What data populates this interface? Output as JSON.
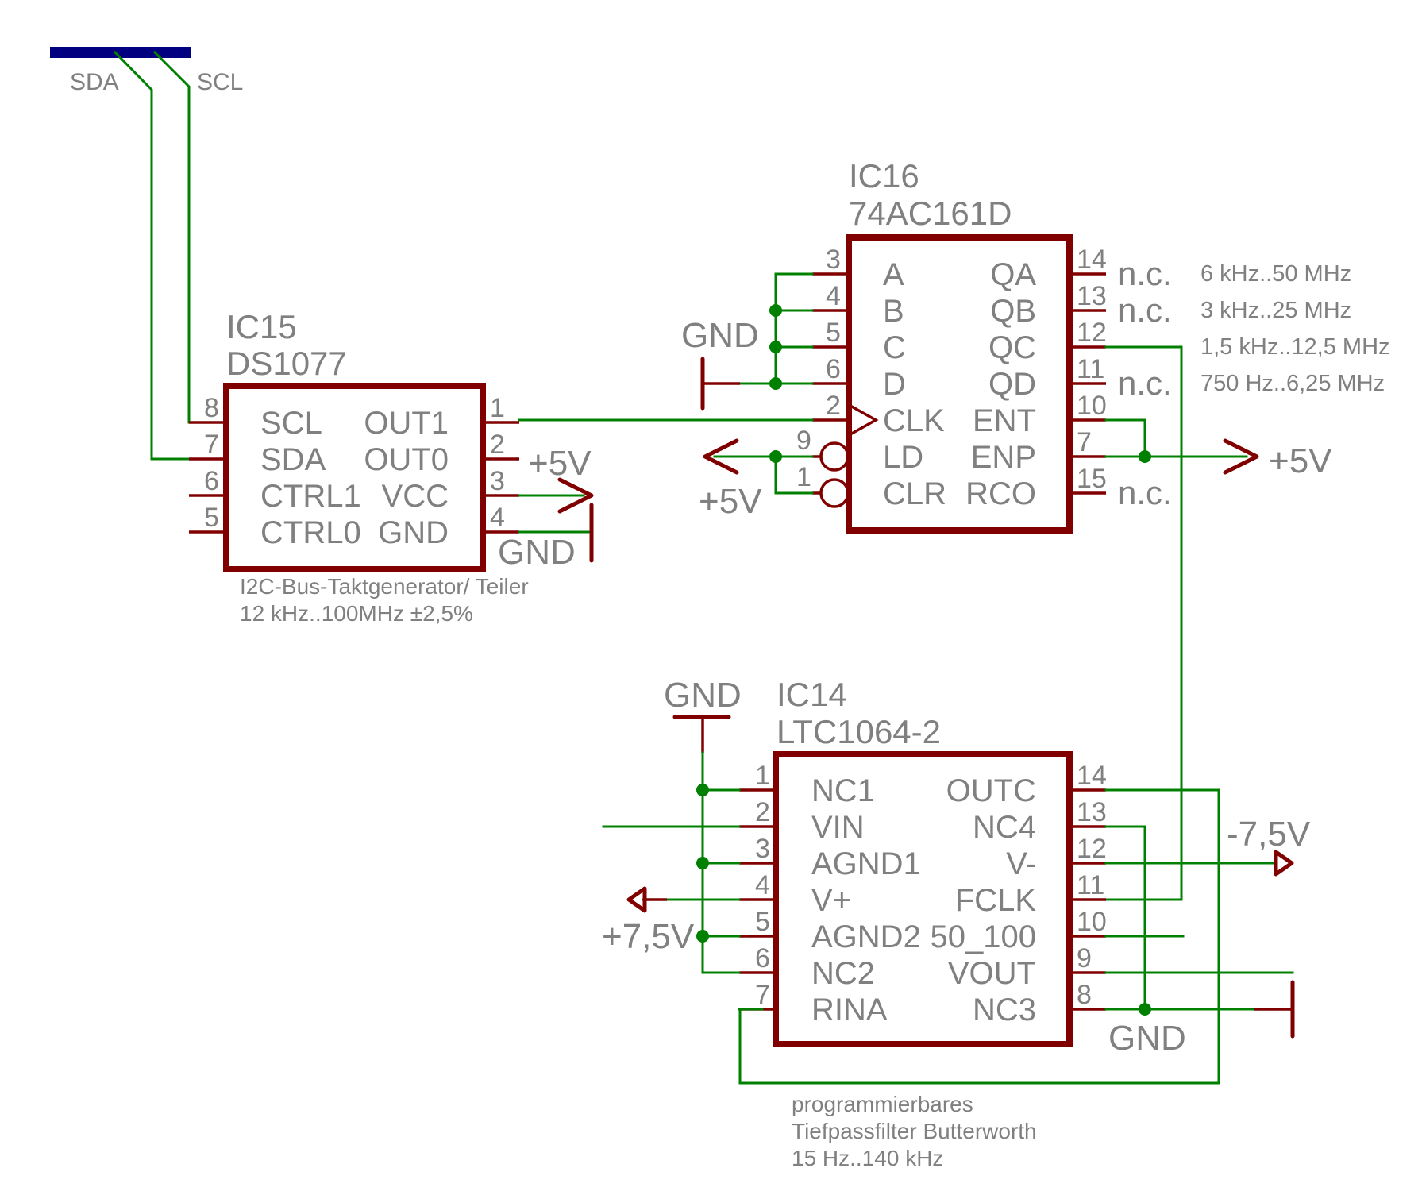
{
  "bus": {
    "labels": [
      "SDA",
      "SCL"
    ]
  },
  "ic15": {
    "ref": "IC15",
    "part": "DS1077",
    "left_pins": [
      {
        "num": "8",
        "name": "SCL"
      },
      {
        "num": "7",
        "name": "SDA"
      },
      {
        "num": "6",
        "name": "CTRL1"
      },
      {
        "num": "5",
        "name": "CTRL0"
      }
    ],
    "right_pins": [
      {
        "num": "1",
        "name": "OUT1"
      },
      {
        "num": "2",
        "name": "OUT0"
      },
      {
        "num": "3",
        "name": "VCC"
      },
      {
        "num": "4",
        "name": "GND"
      }
    ],
    "note": [
      "I2C-Bus-Taktgenerator/ Teiler",
      "12 kHz..100MHz ±2,5%"
    ]
  },
  "ic16": {
    "ref": "IC16",
    "part": "74AC161D",
    "left_pins": [
      {
        "num": "3",
        "name": "A"
      },
      {
        "num": "4",
        "name": "B"
      },
      {
        "num": "5",
        "name": "C"
      },
      {
        "num": "6",
        "name": "D"
      },
      {
        "num": "2",
        "name": "CLK"
      },
      {
        "num": "9",
        "name": "LD"
      },
      {
        "num": "1",
        "name": "CLR"
      }
    ],
    "right_pins": [
      {
        "num": "14",
        "name": "QA"
      },
      {
        "num": "13",
        "name": "QB"
      },
      {
        "num": "12",
        "name": "QC"
      },
      {
        "num": "11",
        "name": "QD"
      },
      {
        "num": "10",
        "name": "ENT"
      },
      {
        "num": "7",
        "name": "ENP"
      },
      {
        "num": "15",
        "name": "RCO"
      }
    ],
    "nc_labels": [
      "n.c.",
      "n.c.",
      "n.c.",
      "n.c."
    ],
    "freqs": [
      "6 kHz..50 MHz",
      "3 kHz..25 MHz",
      "1,5 kHz..12,5 MHz",
      "750 Hz..6,25 MHz"
    ]
  },
  "ic14": {
    "ref": "IC14",
    "part": "LTC1064-2",
    "left_pins": [
      {
        "num": "1",
        "name": "NC1"
      },
      {
        "num": "2",
        "name": "VIN"
      },
      {
        "num": "3",
        "name": "AGND1"
      },
      {
        "num": "4",
        "name": "V+"
      },
      {
        "num": "5",
        "name": "AGND2"
      },
      {
        "num": "6",
        "name": "NC2"
      },
      {
        "num": "7",
        "name": "RINA"
      }
    ],
    "right_pins": [
      {
        "num": "14",
        "name": "OUTC"
      },
      {
        "num": "13",
        "name": "NC4"
      },
      {
        "num": "12",
        "name": "V-"
      },
      {
        "num": "11",
        "name": "FCLK"
      },
      {
        "num": "10",
        "name": "50_100"
      },
      {
        "num": "9",
        "name": "VOUT"
      },
      {
        "num": "8",
        "name": "NC3"
      }
    ],
    "note": [
      "programmierbares",
      "Tiefpassfilter Butterworth",
      "15 Hz..140 kHz"
    ]
  },
  "nets": {
    "plus5": "+5V",
    "gnd": "GND",
    "plus75": "+7,5V",
    "minus75": "-7,5V"
  },
  "colors": {
    "wire": "#008000",
    "symbol": "#800000",
    "bus": "#000080",
    "text": "#808080"
  }
}
